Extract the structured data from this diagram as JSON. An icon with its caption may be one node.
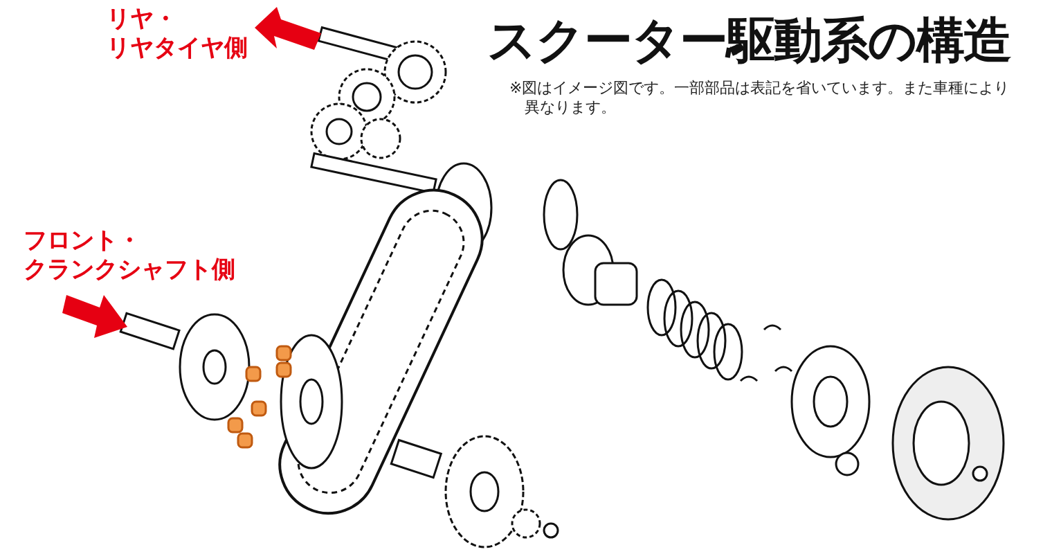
{
  "diagram": {
    "title": "スクーター駆動系の構造",
    "labels": [
      "リヤ・リヤタイヤ側",
      "※図はイメージ図です。一部部品は表記を省いています。また車種により異なります。",
      "フロント・クランクシャフト側"
    ]
  }
}
